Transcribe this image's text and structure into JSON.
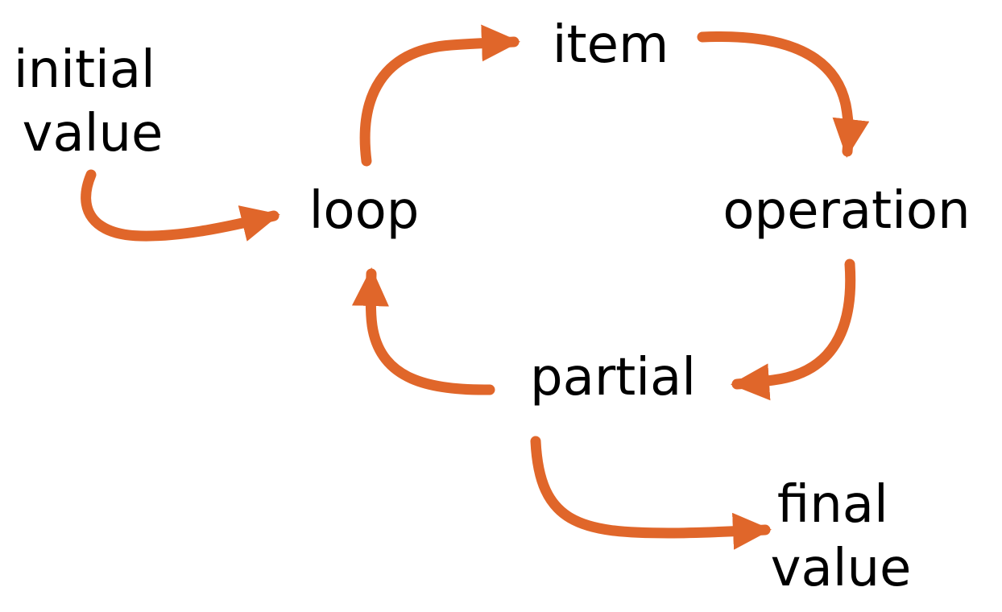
{
  "diagram": {
    "nodes": {
      "initial_value": [
        "initial",
        "value"
      ],
      "loop": "loop",
      "item": "item",
      "operation": "operation",
      "partial": "partial",
      "final_value": [
        "final",
        "value"
      ]
    },
    "edges": [
      {
        "from": "initial value",
        "to": "loop"
      },
      {
        "from": "loop",
        "to": "item"
      },
      {
        "from": "item",
        "to": "operation"
      },
      {
        "from": "operation",
        "to": "partial"
      },
      {
        "from": "partial",
        "to": "loop"
      },
      {
        "from": "partial",
        "to": "final value"
      }
    ]
  },
  "colors": {
    "arrow": "#E0662A",
    "text": "#000000",
    "background": "#FFFFFF"
  }
}
